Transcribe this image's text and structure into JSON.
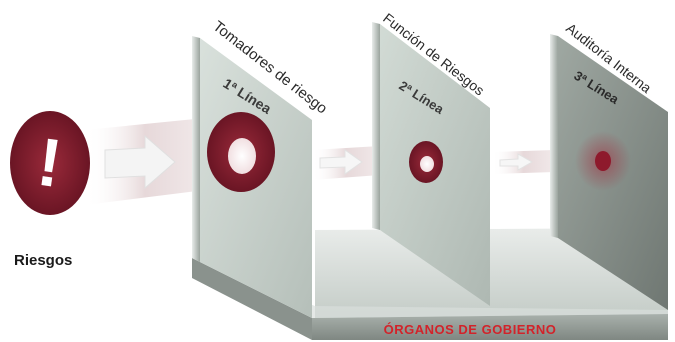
{
  "risk": {
    "label": "Riesgos",
    "symbol": "!"
  },
  "lines": [
    {
      "number": "1ª Línea",
      "title": "Tomadores de riesgo"
    },
    {
      "number": "2ª Línea",
      "title": "Función de Riesgos"
    },
    {
      "number": "3ª Línea",
      "title": "Auditoría Interna"
    }
  ],
  "base": {
    "label": "ÓRGANOS DE GOBIERNO"
  },
  "colors": {
    "risk_red": "#7d1f2e",
    "panel_face": "#c9d3cd",
    "panel_dark": "#9aa39d",
    "base_label": "#d2232a"
  }
}
